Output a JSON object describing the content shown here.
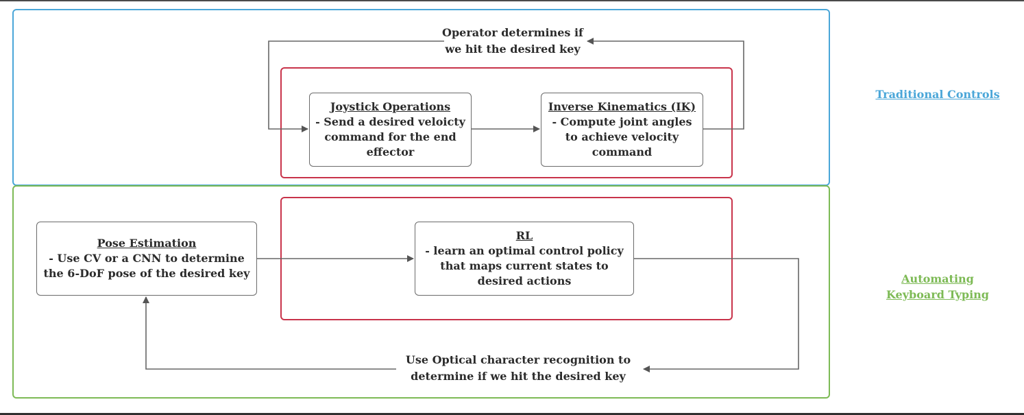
{
  "diagram": {
    "sections": {
      "traditional": {
        "label": "Traditional Controls",
        "color": "#4aa6d8"
      },
      "automating": {
        "label_line1": "Automating",
        "label_line2": "Keyboard Typing",
        "color": "#7dba55"
      }
    },
    "highlight_color": "#c8334a",
    "nodes": {
      "joystick": {
        "title": "Joystick Operations",
        "desc": "- Send a desired veloicty command for the end effector"
      },
      "ik": {
        "title": "Inverse Kinematics (IK)",
        "desc": "- Compute joint angles to achieve velocity command"
      },
      "pose": {
        "title": "Pose Estimation",
        "desc": "- Use CV or a CNN to determine the 6-DoF pose of the desired key"
      },
      "rl": {
        "title": "RL",
        "desc": "- learn an optimal control policy that maps current states to desired actions"
      }
    },
    "edges": {
      "operator_feedback": {
        "line1": "Operator determines if",
        "line2": "we hit the desired key"
      },
      "ocr_feedback": {
        "line1": "Use Optical character recognition to",
        "line2": "determine if we hit the desired key"
      }
    }
  }
}
